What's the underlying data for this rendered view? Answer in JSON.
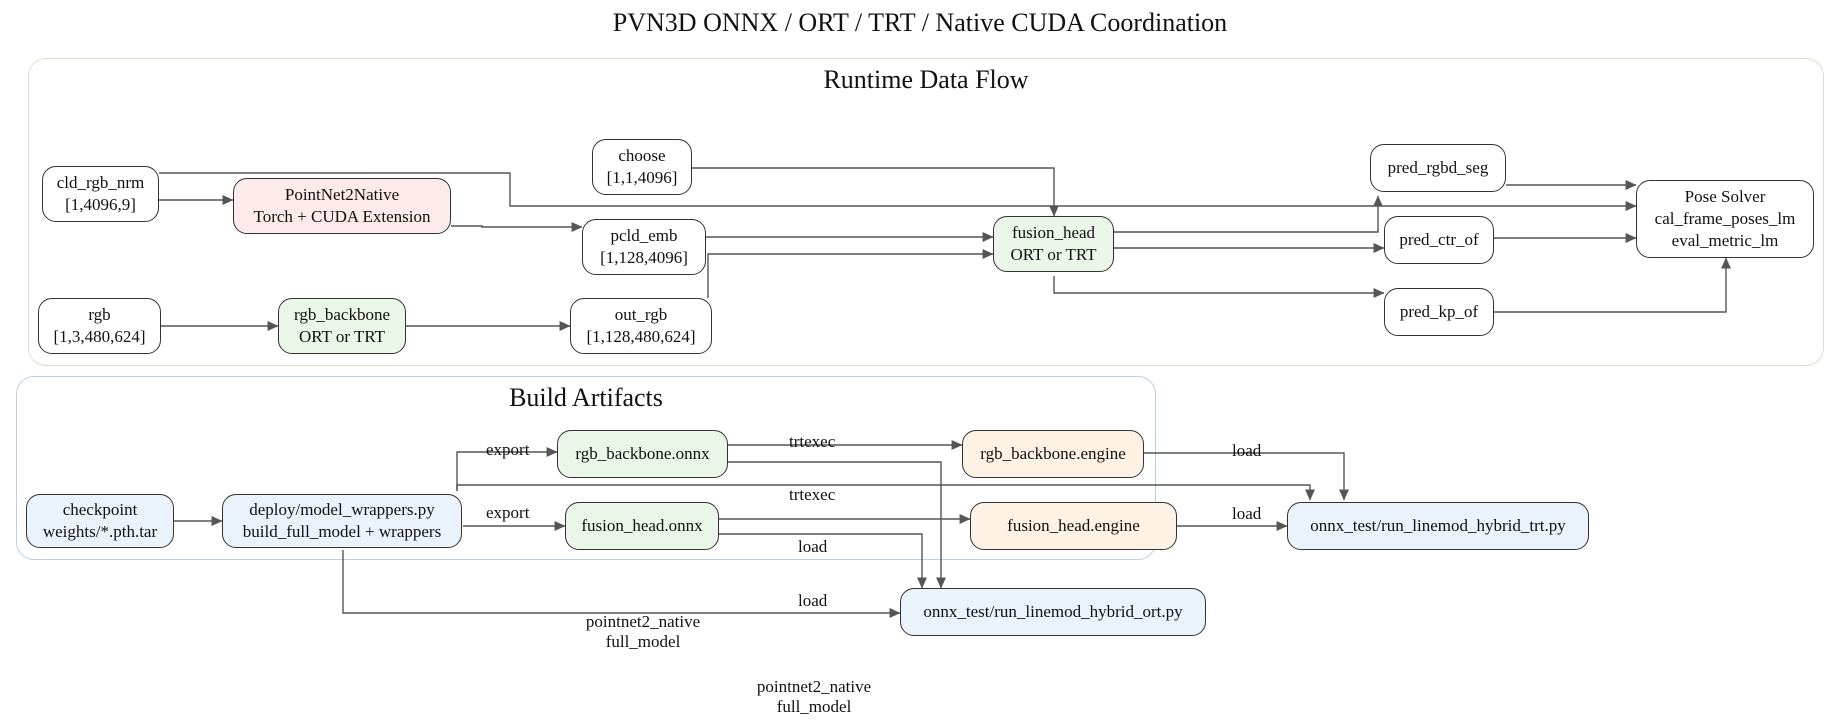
{
  "title": "PVN3D ONNX / ORT / TRT / Native CUDA Coordination",
  "clusters": {
    "runtime": {
      "label": "Runtime Data Flow"
    },
    "build": {
      "label": "Build Artifacts"
    }
  },
  "colors": {
    "runtime_border": "#dcdfc8",
    "build_border": "#b8d0e6",
    "pink": "#fdeaea",
    "green": "#eaf6e8",
    "orange": "#fef2e4",
    "blue": "#eaf2fc",
    "white": "#ffffff",
    "edge": "#555555"
  },
  "nodes": {
    "cld_rgb_nrm": {
      "line1": "cld_rgb_nrm",
      "line2": "[1,4096,9]"
    },
    "pointnet2native": {
      "line1": "PointNet2Native",
      "line2": "Torch + CUDA Extension"
    },
    "choose": {
      "line1": "choose",
      "line2": "[1,1,4096]"
    },
    "pcld_emb": {
      "line1": "pcld_emb",
      "line2": "[1,128,4096]"
    },
    "rgb": {
      "line1": "rgb",
      "line2": "[1,3,480,624]"
    },
    "rgb_backbone": {
      "line1": "rgb_backbone",
      "line2": "ORT or TRT"
    },
    "out_rgb": {
      "line1": "out_rgb",
      "line2": "[1,128,480,624]"
    },
    "fusion_head": {
      "line1": "fusion_head",
      "line2": "ORT or TRT"
    },
    "pred_rgbd_seg": {
      "line1": "pred_rgbd_seg"
    },
    "pred_ctr_of": {
      "line1": "pred_ctr_of"
    },
    "pred_kp_of": {
      "line1": "pred_kp_of"
    },
    "pose_solver": {
      "line1": "Pose Solver",
      "line2": "cal_frame_poses_lm",
      "line3": "eval_metric_lm"
    },
    "checkpoint": {
      "line1": "checkpoint",
      "line2": "weights/*.pth.tar"
    },
    "model_wrappers": {
      "line1": "deploy/model_wrappers.py",
      "line2": "build_full_model + wrappers"
    },
    "rgb_backbone_onnx": {
      "line1": "rgb_backbone.onnx"
    },
    "fusion_head_onnx": {
      "line1": "fusion_head.onnx"
    },
    "rgb_backbone_engine": {
      "line1": "rgb_backbone.engine"
    },
    "fusion_head_engine": {
      "line1": "fusion_head.engine"
    },
    "hybrid_trt": {
      "line1": "onnx_test/run_linemod_hybrid_trt.py"
    },
    "hybrid_ort": {
      "line1": "onnx_test/run_linemod_hybrid_ort.py"
    }
  },
  "edge_labels": {
    "export_rgb": "export",
    "export_fusion": "export",
    "trtexec_rgb": "trtexec",
    "trtexec_fusion": "trtexec",
    "load_rgb_engine": "load",
    "load_fusion_engine": "load",
    "load_fusion_onnx": "load",
    "load_native": "load",
    "native_label_1_line1": "pointnet2_native",
    "native_label_1_line2": "full_model",
    "native_label_2_line1": "pointnet2_native",
    "native_label_2_line2": "full_model"
  }
}
